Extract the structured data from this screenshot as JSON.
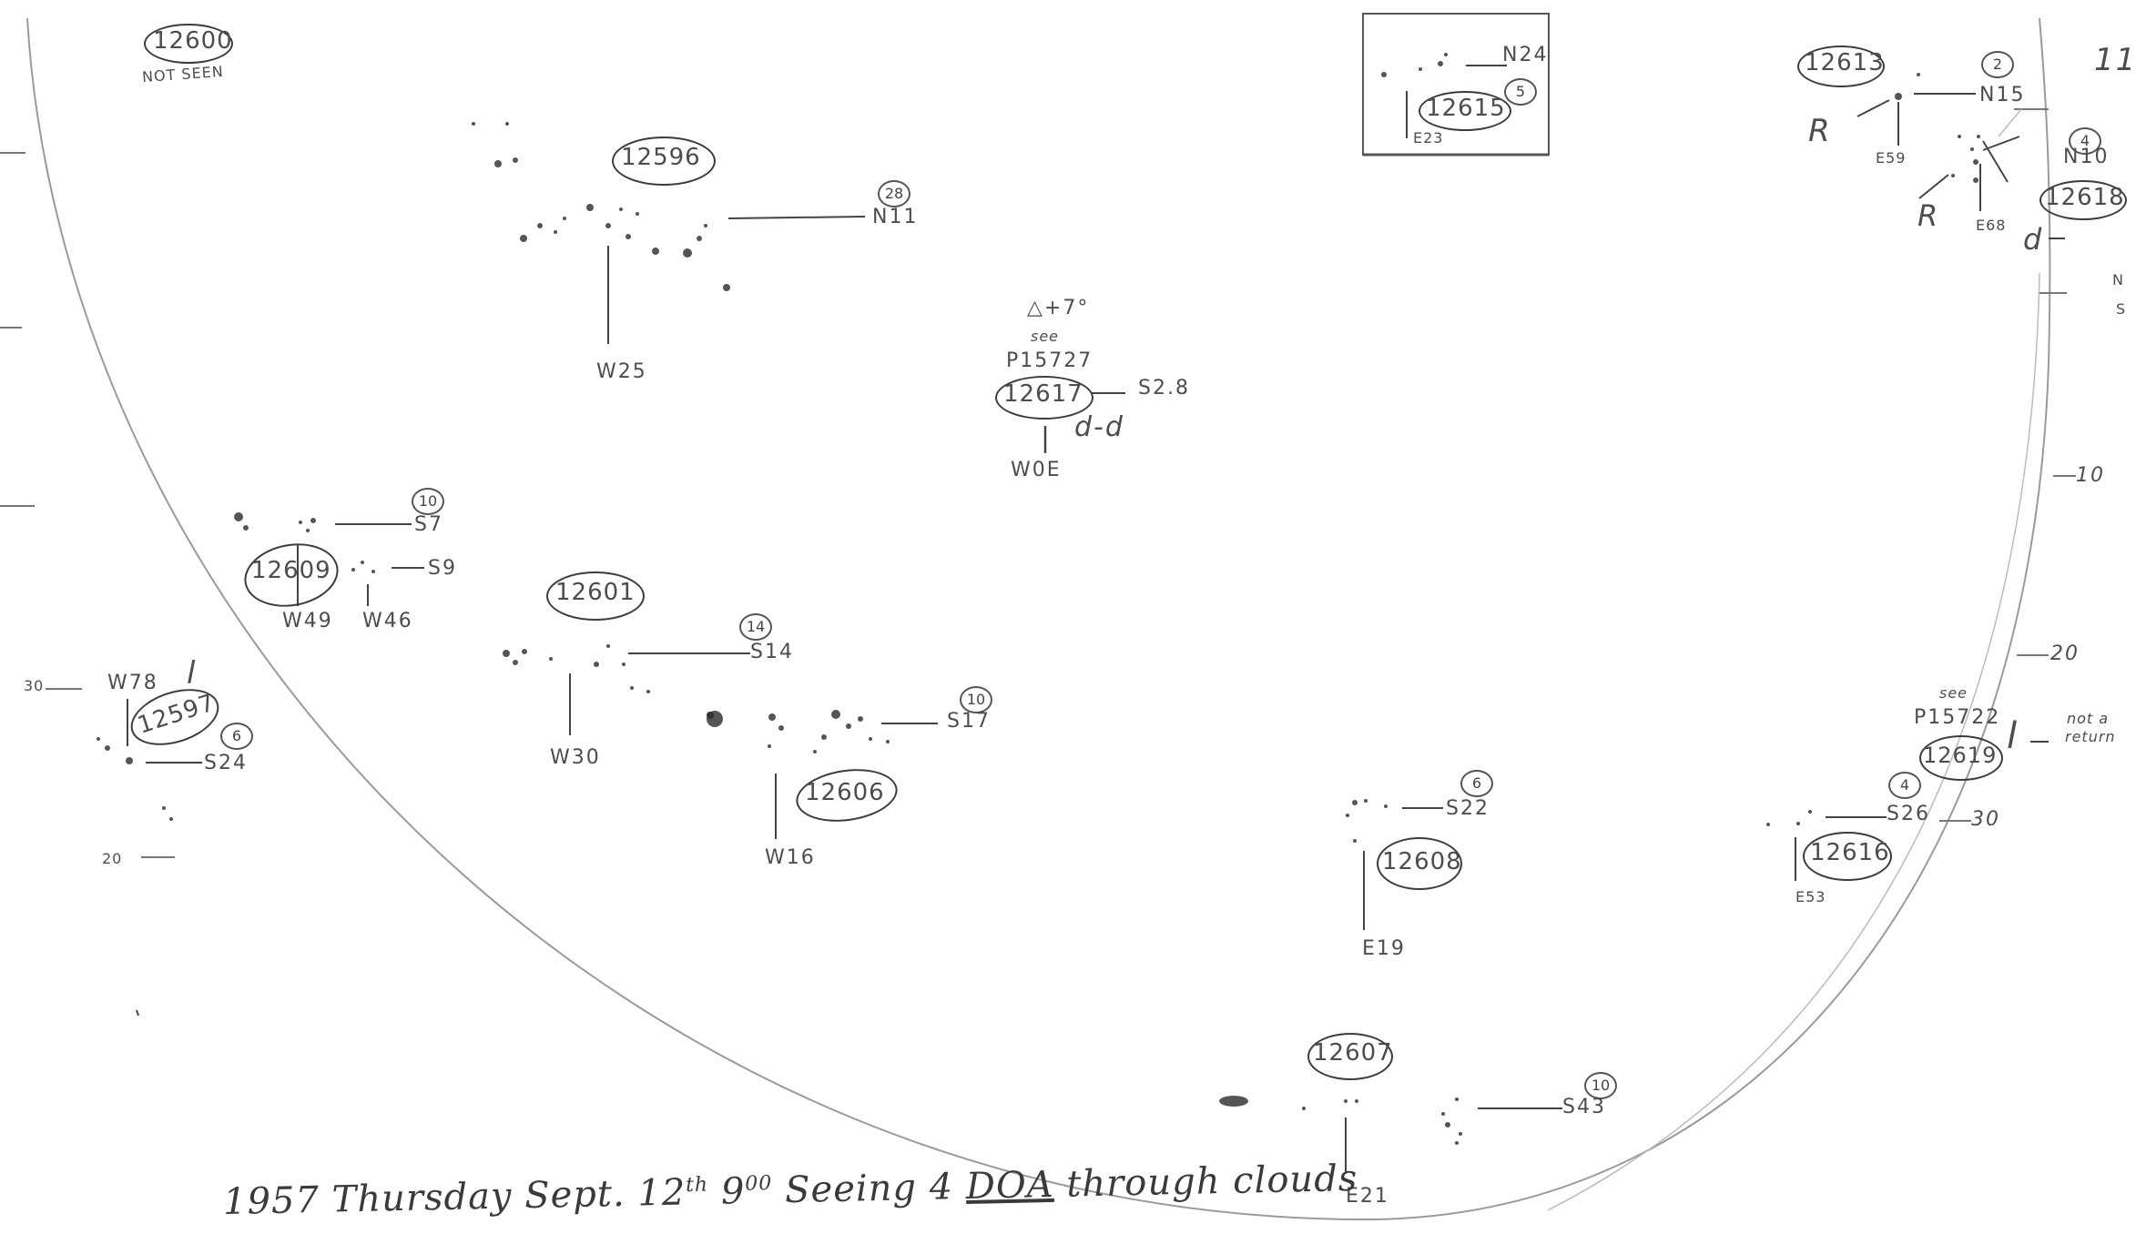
{
  "colors": {
    "ink": "#3c3c3c",
    "pencil": "#8a8a8a",
    "paper": "#ffffff"
  },
  "footer": {
    "prefix": "1957 Thursday Sept. 12",
    "superscript": "th",
    "time": " 9",
    "time_sup": "00",
    "middle": " Seeing 4 ",
    "underlined": "DOA",
    "suffix": " through clouds"
  },
  "corner_right": "11",
  "groups": {
    "g12600": {
      "id": "12600",
      "note": "NOT SEEN"
    },
    "g12596": {
      "id": "12596",
      "count": "28",
      "lat": "N11",
      "lon": "W25"
    },
    "g12617": {
      "id": "12617",
      "note1": "△+7°",
      "note2": "see",
      "ref": "P15727",
      "lat": "S2.8",
      "lon": "W0E",
      "type": "d-d"
    },
    "g12615": {
      "id": "12615",
      "count": "5",
      "lat": "N24",
      "lon": "E23"
    },
    "g12613": {
      "id": "12613",
      "count": "2",
      "lat": "N15",
      "lon": "E59",
      "mark": "R"
    },
    "g12618": {
      "id": "12618",
      "count": "4",
      "lat": "N10",
      "lon": "E68",
      "mark": "R",
      "type": "d"
    },
    "g12609": {
      "id": "12609",
      "count": "10",
      "lat1": "S7",
      "lat2": "S9",
      "lon1": "W49",
      "lon2": "W46"
    },
    "g12601": {
      "id": "12601",
      "count": "14",
      "lat": "S14",
      "lon": "W30"
    },
    "g12597": {
      "id": "12597",
      "count": "6",
      "lat": "S24",
      "lon": "W78",
      "type": "l"
    },
    "g12606": {
      "id": "12606",
      "count": "10",
      "lat": "S17",
      "lon": "W16"
    },
    "g12608": {
      "id": "12608",
      "count": "6",
      "lat": "S22",
      "lon": "E19"
    },
    "g12607": {
      "id": "12607",
      "count": "10",
      "lat": "S43",
      "lon": "E21"
    },
    "g12619": {
      "id": "12619",
      "note": "see",
      "ref": "P15722",
      "type": "l",
      "note_right1": "not a",
      "note_right2": "return"
    },
    "g12616": {
      "id": "12616",
      "count": "4",
      "lat": "S26",
      "lon": "E53"
    }
  },
  "limb_marks": {
    "left_30": "30",
    "left_20": "20",
    "right_N": "N",
    "right_S": "S",
    "right_10": "10",
    "right_20": "20",
    "right_30": "30"
  }
}
